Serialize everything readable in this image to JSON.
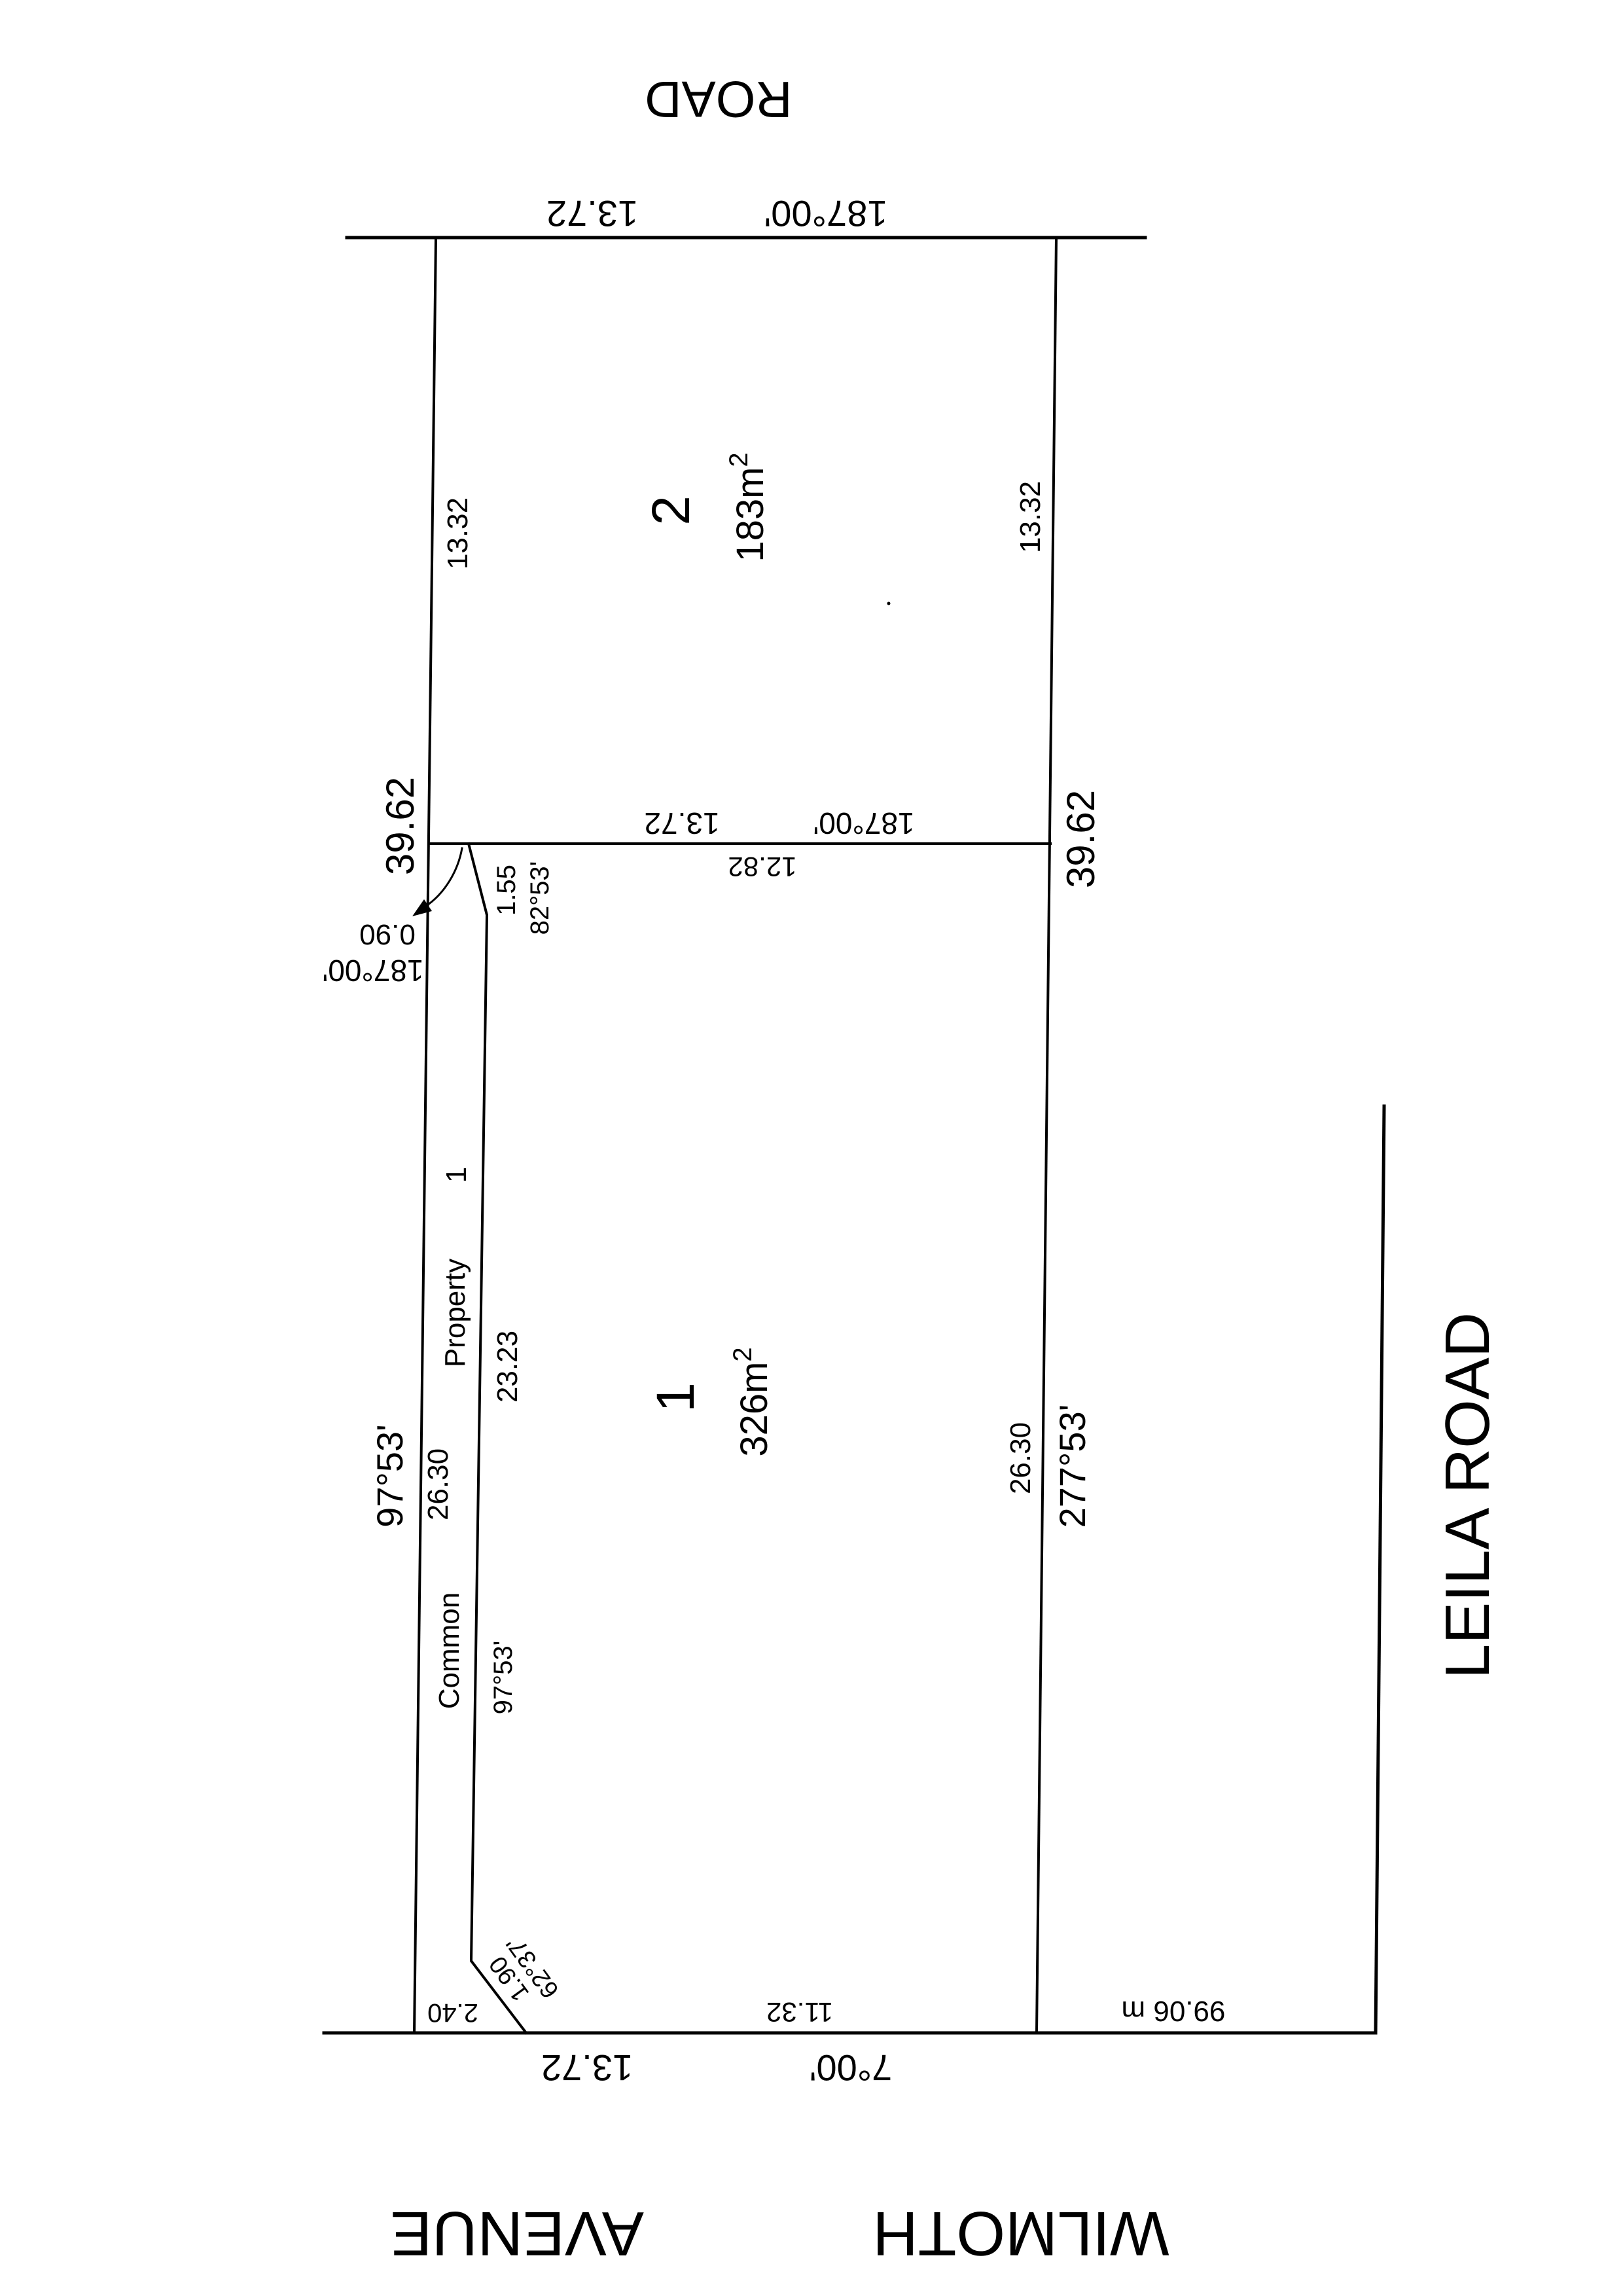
{
  "streets": {
    "road_top": "ROAD",
    "leila_road": "LEILA ROAD",
    "wilmoth": "WILMOTH",
    "avenue": "AVENUE"
  },
  "lots": {
    "lot2": {
      "number": "2",
      "area": "183m",
      "area_sup": "2"
    },
    "lot1": {
      "number": "1",
      "area": "326m",
      "area_sup": "2"
    }
  },
  "common_property": {
    "word1": "Common",
    "word2": "Property",
    "word3": "1"
  },
  "dimensions": {
    "top_bearing": "187°00'",
    "top_length": "13.72",
    "lot2_left_length": "13.32",
    "lot2_right_length": "13.32",
    "mid_bearing": "187°00'",
    "mid_length": "13.72",
    "mid_lower_length": "12.82",
    "left_total": "39.62",
    "right_total": "39.62",
    "small_bearing": "187°00'",
    "small_length": "0.90",
    "cp_top_length": "1.55",
    "cp_top_bearing": "82°53'",
    "left_bearing": "97°53'",
    "left_lower_length": "26.30",
    "cp_inner_length": "23.23",
    "cp_inner_bearing": "97°53'",
    "right_lower_length": "26.30",
    "right_bearing": "277°53'",
    "cp_bottom_length": "1.90",
    "cp_bottom_bearing": "62°37'",
    "bottom_cp_length": "2.40",
    "bottom_lot_length": "11.32",
    "bottom_bearing": "7°00'",
    "bottom_length": "13.72",
    "corner_distance": "99.06 m"
  }
}
